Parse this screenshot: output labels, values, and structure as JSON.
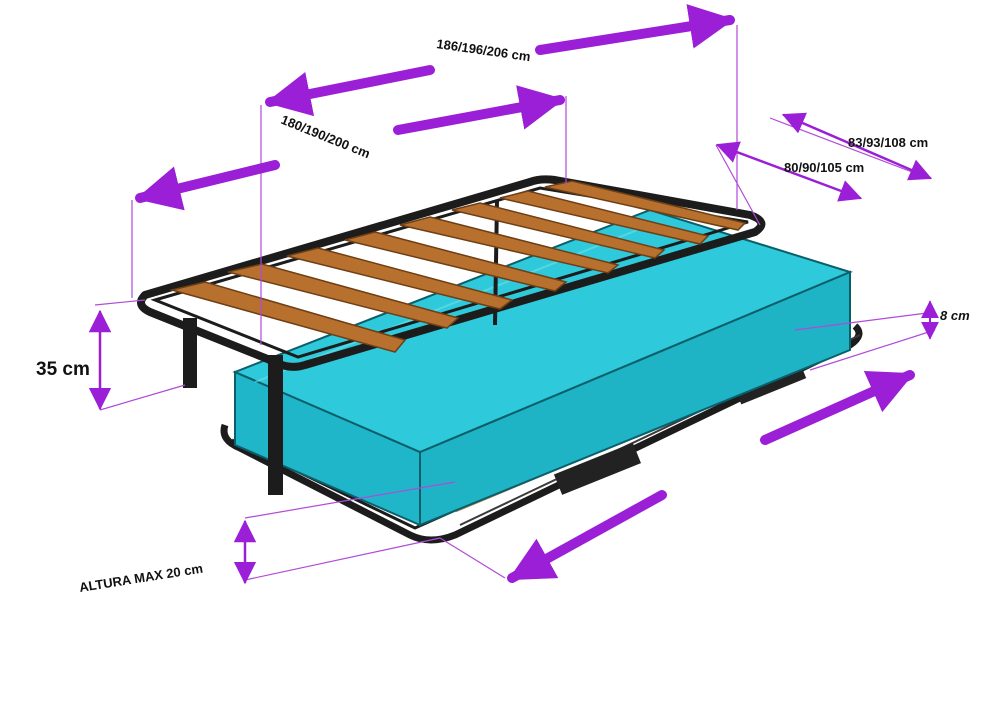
{
  "labels": {
    "outer_length": "186/196/206 cm",
    "inner_length": "180/190/200 cm",
    "outer_width": "83/93/108 cm",
    "inner_width": "80/90/105 cm",
    "frame_height": "35 cm",
    "frame_thickness": "8 cm",
    "max_height": "ALTURA MAX 20 cm"
  },
  "colors": {
    "arrow": "#9a1fd6",
    "guide": "#b04ad8",
    "frame": "#1c1c1c",
    "slat": "#b8702e",
    "slat_edge": "#6e3f14",
    "mattress_top": "#2ec9da",
    "mattress_side": "#1fb3c6",
    "mattress_edge": "#0b5f6b",
    "background": "#ffffff"
  }
}
